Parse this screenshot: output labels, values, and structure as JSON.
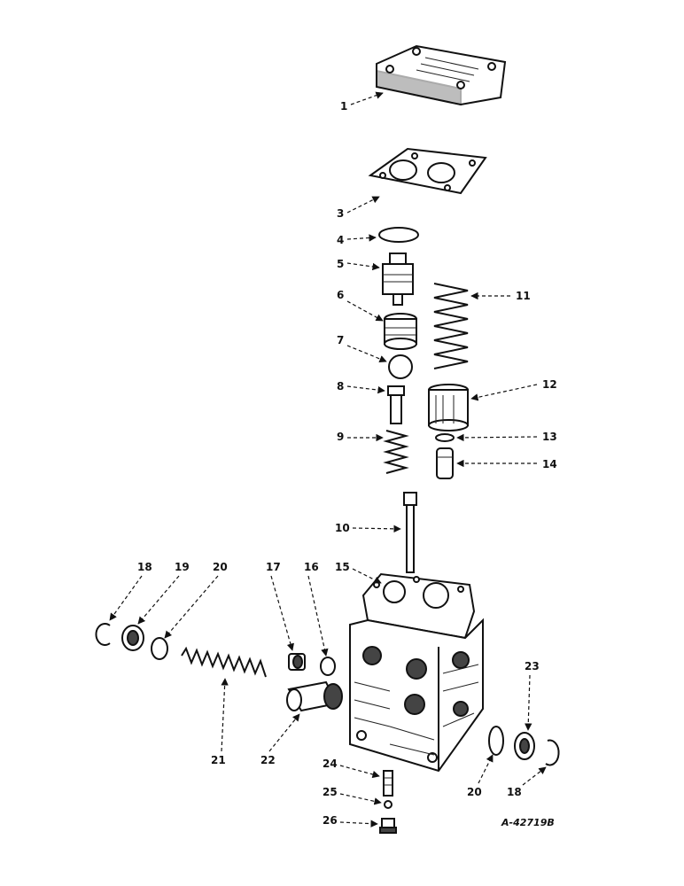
{
  "figure_code": "A-42719B",
  "callouts": {
    "c1": "1",
    "c3": "3",
    "c4": "4",
    "c5": "5",
    "c6": "6",
    "c7": "7",
    "c8": "8",
    "c9": "9",
    "c10": "10",
    "c11": "11",
    "c12": "12",
    "c13": "13",
    "c14": "14",
    "c15": "15",
    "c16": "16",
    "c17": "17",
    "c18a": "18",
    "c18b": "18",
    "c19": "19",
    "c20a": "20",
    "c20b": "20",
    "c21": "21",
    "c22": "22",
    "c23": "23",
    "c24": "24",
    "c25": "25",
    "c26": "26"
  }
}
